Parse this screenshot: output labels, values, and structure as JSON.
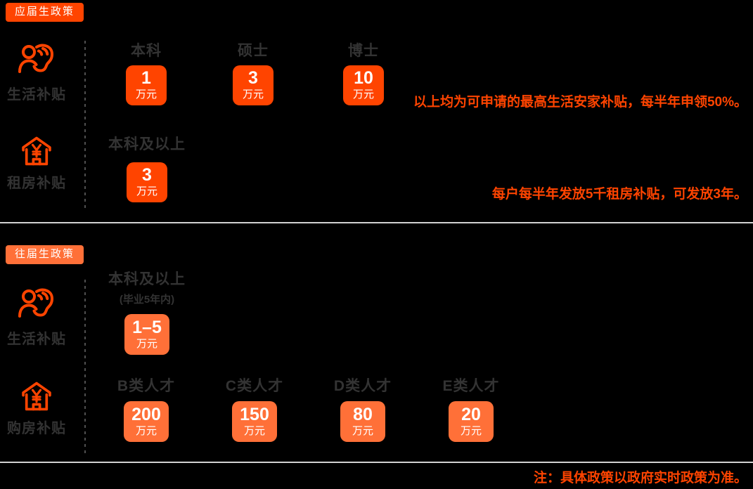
{
  "colors": {
    "background": "#000000",
    "accent_primary": "#FF4400",
    "accent_secondary": "#FF7038",
    "label_text": "#333333",
    "badge_text": "#FFFFFF",
    "divider": "#D2D2D2",
    "dash": "#4F4F4F"
  },
  "sections": [
    {
      "tag": "应届生政策",
      "rows": [
        {
          "icon": "person-care-icon",
          "label": "生活补贴",
          "columns": [
            {
              "header": "本科",
              "value": "1",
              "unit": "万元"
            },
            {
              "header": "硕士",
              "value": "3",
              "unit": "万元"
            },
            {
              "header": "博士",
              "value": "10",
              "unit": "万元"
            }
          ],
          "note": "以上均为可申请的最高生活安家补贴，每半年申领50%。"
        },
        {
          "icon": "house-yen-icon",
          "label": "租房补贴",
          "columns": [
            {
              "header": "本科及以上",
              "value": "3",
              "unit": "万元"
            }
          ],
          "note": "每户每半年发放5千租房补贴，可发放3年。"
        }
      ]
    },
    {
      "tag": "往届生政策",
      "rows": [
        {
          "icon": "person-care-icon",
          "label": "生活补贴",
          "columns": [
            {
              "header": "本科及以上",
              "subheader": "(毕业5年内)",
              "value": "1–5",
              "unit": "万元"
            }
          ]
        },
        {
          "icon": "house-yen-icon",
          "label": "购房补贴",
          "columns": [
            {
              "header": "B类人才",
              "value": "200",
              "unit": "万元"
            },
            {
              "header": "C类人才",
              "value": "150",
              "unit": "万元"
            },
            {
              "header": "D类人才",
              "value": "80",
              "unit": "万元"
            },
            {
              "header": "E类人才",
              "value": "20",
              "unit": "万元"
            }
          ]
        }
      ]
    }
  ],
  "footnote": "注：具体政策以政府实时政策为准。"
}
